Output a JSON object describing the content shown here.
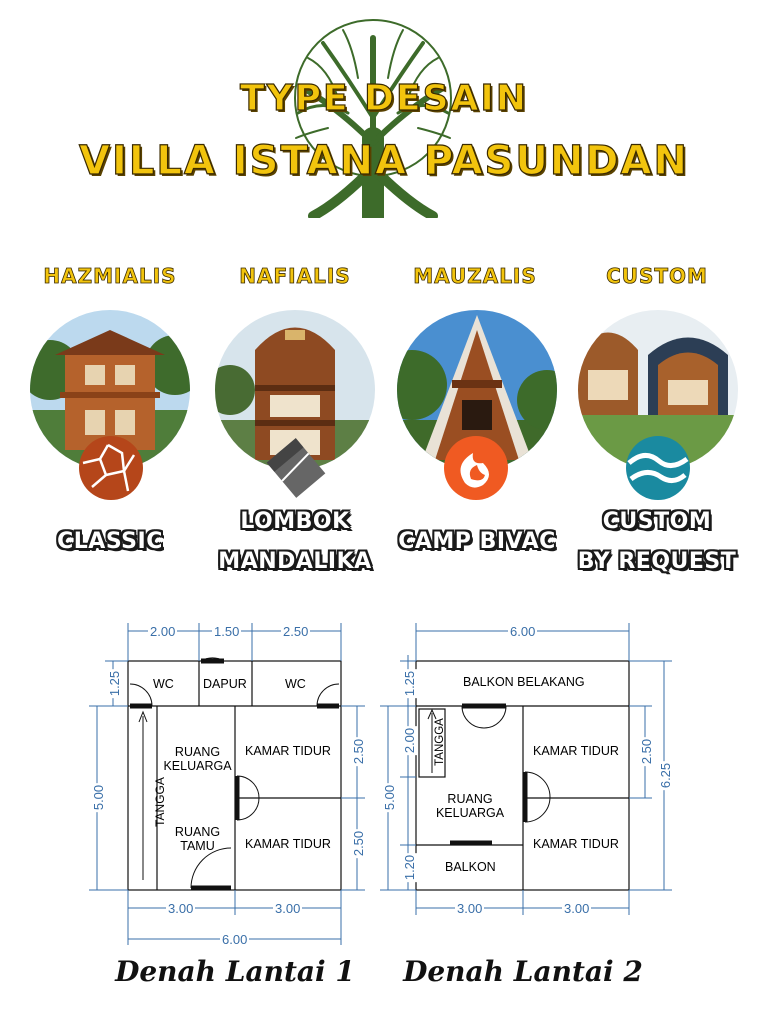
{
  "header": {
    "title_line1": "TYPE DESAIN",
    "title_line2": "VILLA ISTANA PASUNDAN",
    "colors": {
      "title": "#f2c40d",
      "tree": "#3d6b2a"
    }
  },
  "types": [
    {
      "name": "HAZMIALIS",
      "style_lines": [
        "CLASSIC"
      ],
      "badge_icon": "cracked-earth-icon",
      "badge_color": "#b5461a"
    },
    {
      "name": "NAFIALIS",
      "style_lines": [
        "LOMBOK",
        "MANDALIKA"
      ],
      "badge_icon": "stone-block-icon",
      "badge_color": "#666666"
    },
    {
      "name": "MAUZALIS",
      "style_lines": [
        "CAMP BIVAC"
      ],
      "badge_icon": "flame-icon",
      "badge_color": "#f05a22"
    },
    {
      "name": "CUSTOM",
      "style_lines": [
        "CUSTOM",
        "BY REQUEST"
      ],
      "badge_icon": "wave-icon",
      "badge_color": "#1a8aa0"
    }
  ],
  "plan1": {
    "caption": "Denah Lantai 1",
    "dims_top": [
      "2.00",
      "1.50",
      "2.50"
    ],
    "dims_bottom": [
      "3.00",
      "3.00"
    ],
    "dim_total_bottom": "6.00",
    "dims_left": [
      "1.25",
      "5.00"
    ],
    "dims_right": [
      "2.50",
      "2.50"
    ],
    "rooms": {
      "wc_left": "WC",
      "dapur": "DAPUR",
      "wc_right": "WC",
      "tangga": "TANGGA",
      "ruang_keluarga": [
        "RUANG",
        "KELUARGA"
      ],
      "ruang_tamu": [
        "RUANG",
        "TAMU"
      ],
      "kamar_tidur_1": "KAMAR TIDUR",
      "kamar_tidur_2": "KAMAR TIDUR"
    }
  },
  "plan2": {
    "caption": "Denah Lantai 2",
    "dims_top": [
      "6.00"
    ],
    "dims_bottom": [
      "3.00",
      "3.00"
    ],
    "dims_left": [
      "1.25",
      "2.00",
      "5.00",
      "1.20"
    ],
    "dims_right": [
      "2.50",
      "6.25"
    ],
    "rooms": {
      "balkon_belakang": "BALKON BELAKANG",
      "tangga": "TANGGA",
      "ruang_keluarga": [
        "RUANG",
        "KELUARGA"
      ],
      "balkon": "BALKON",
      "kamar_tidur_1": "KAMAR TIDUR",
      "kamar_tidur_2": "KAMAR TIDUR"
    }
  },
  "colors": {
    "dimension": "#3a6fa8",
    "wall": "#111111"
  }
}
